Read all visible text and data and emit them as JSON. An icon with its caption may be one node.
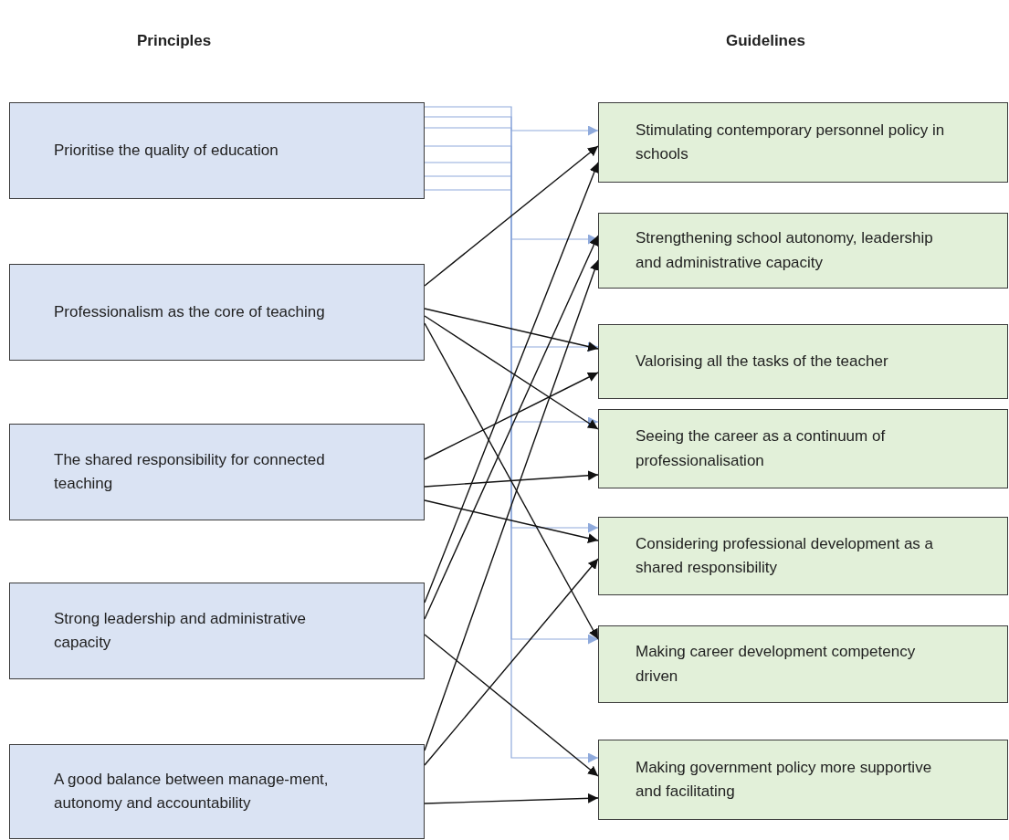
{
  "diagram": {
    "nodes": [
      {
        "text": [
          "Prioritise the quality of education"
        ]
      },
      {
        "text": [
          "Professionalism as the core of teaching"
        ]
      },
      {
        "text": [
          "The shared responsibility for connected teaching"
        ]
      },
      {
        "text": [
          "Strong leadership and administrative capacity"
        ]
      },
      {
        "text": [
          "A good balance between manage-ment, autonomy and accountability"
        ]
      },
      {
        "text": [
          "Stimulating contemporary personnel policy in schools"
        ]
      },
      {
        "text": [
          "Strengthening school autonomy, leadership and administrative capacity"
        ]
      },
      {
        "text": [
          "Valorising all the tasks of the teacher"
        ]
      },
      {
        "text": [
          "Seeing the career as a continuum of professionalisation"
        ]
      },
      {
        "text": [
          "Considering professional development as a shared responsibility"
        ]
      },
      {
        "text": [
          "Making career development competency driven"
        ]
      },
      {
        "text": [
          "Making government policy more supportive and facilitating"
        ]
      }
    ],
    "edges": [
      {
        "from": 0,
        "to": 5,
        "arrow": "to",
        "color": "#8faadc"
      },
      {
        "from": 0,
        "to": 6,
        "arrow": "to",
        "color": "#8faadc"
      },
      {
        "from": 0,
        "to": 7,
        "arrow": "to",
        "color": "#8faadc"
      },
      {
        "from": 0,
        "to": 8,
        "arrow": "to",
        "color": "#8faadc"
      },
      {
        "from": 0,
        "to": 9,
        "arrow": "to",
        "color": "#8faadc"
      },
      {
        "from": 0,
        "to": 10,
        "arrow": "to",
        "color": "#8faadc"
      },
      {
        "from": 0,
        "to": 11,
        "arrow": "to",
        "color": "#8faadc"
      },
      {
        "from": 1,
        "to": 5,
        "arrow": "to"
      },
      {
        "from": 1,
        "to": 7,
        "arrow": "to"
      },
      {
        "from": 1,
        "to": 8,
        "arrow": "to"
      },
      {
        "from": 1,
        "to": 10,
        "arrow": "to"
      },
      {
        "from": 2,
        "to": 7,
        "arrow": "to"
      },
      {
        "from": 2,
        "to": 8,
        "arrow": "to"
      },
      {
        "from": 2,
        "to": 9,
        "arrow": "to"
      },
      {
        "from": 3,
        "to": 5,
        "arrow": "to"
      },
      {
        "from": 3,
        "to": 6,
        "arrow": "to"
      },
      {
        "from": 3,
        "to": 11,
        "arrow": "to"
      },
      {
        "from": 4,
        "to": 6,
        "arrow": "to"
      },
      {
        "from": 4,
        "to": 9,
        "arrow": "to"
      },
      {
        "from": 4,
        "to": 11,
        "arrow": "to"
      }
    ],
    "labels": [
      "Principles",
      "Guidelines"
    ]
  }
}
